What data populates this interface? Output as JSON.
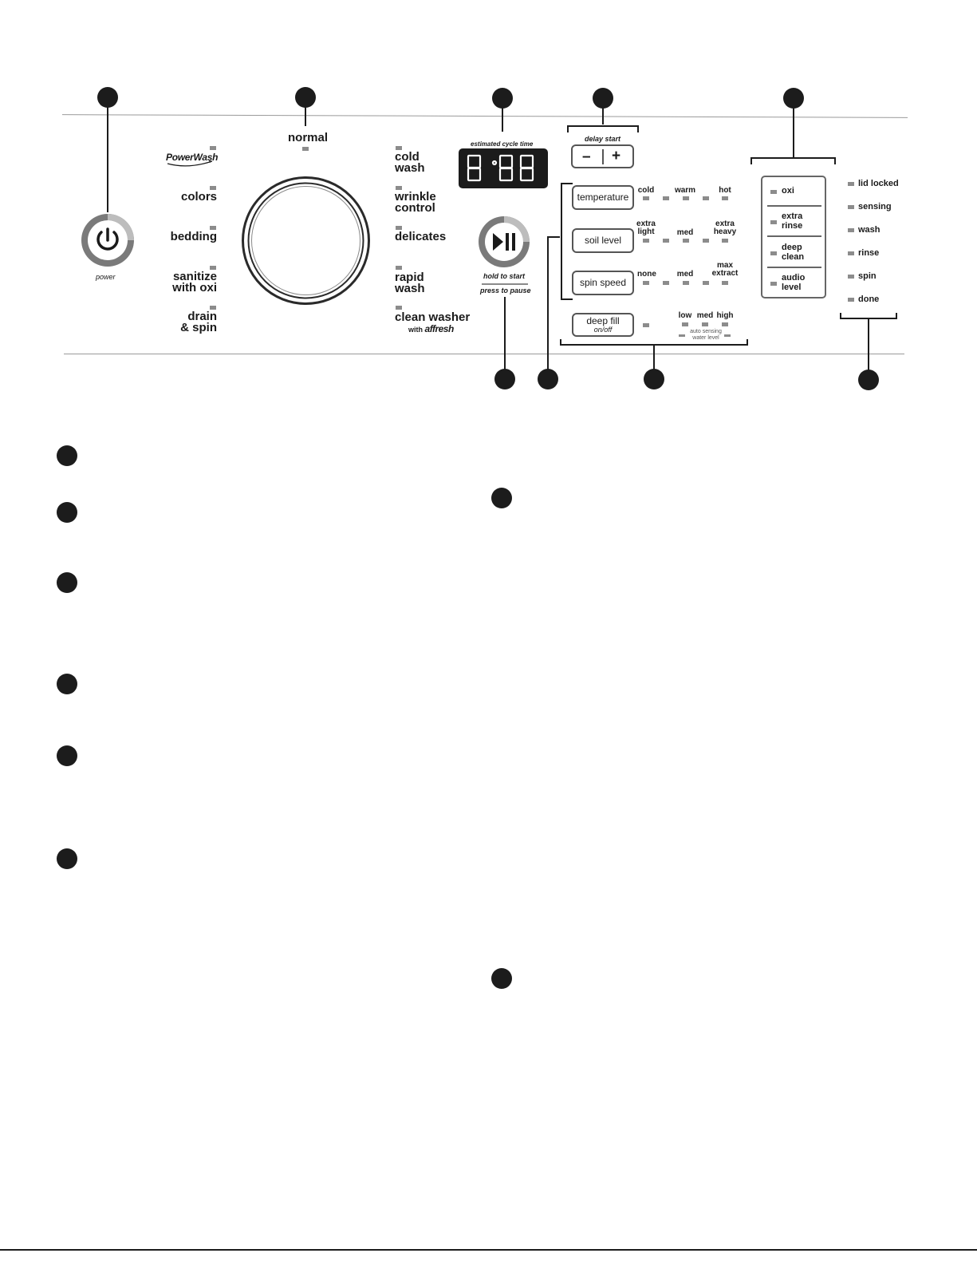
{
  "power": {
    "label": "power"
  },
  "cycles_left": [
    {
      "label": "PowerWash"
    },
    {
      "label": "colors"
    },
    {
      "label": "bedding"
    },
    {
      "label": "sanitize\nwith oxi"
    },
    {
      "label": "drain\n& spin"
    }
  ],
  "cycle_top": {
    "label": "normal"
  },
  "cycles_right": [
    {
      "label": "cold\nwash"
    },
    {
      "label": "wrinkle\ncontrol"
    },
    {
      "label": "delicates"
    },
    {
      "label": "rapid\nwash"
    },
    {
      "label": "clean washer"
    }
  ],
  "clean_washer_sub": {
    "with": "with",
    "brand": "affresh"
  },
  "display": {
    "title": "estimated cycle time"
  },
  "start": {
    "hold": "hold to start",
    "press": "press to pause"
  },
  "delay": {
    "title": "delay start",
    "minus": "–",
    "plus": "+"
  },
  "temperature": {
    "label": "temperature",
    "options": [
      "cold",
      "warm",
      "hot"
    ]
  },
  "soil": {
    "label": "soil level",
    "options": [
      "extra\nlight",
      "med",
      "extra\nheavy"
    ]
  },
  "spin": {
    "label": "spin speed",
    "options": [
      "none",
      "med",
      "max\nextract"
    ]
  },
  "deepfill": {
    "label": "deep fill",
    "sub": "on/off",
    "options": [
      "low",
      "med",
      "high"
    ],
    "auto": "auto sensing\nwater level"
  },
  "modifiers": [
    {
      "label": "oxi"
    },
    {
      "label": "extra\nrinse"
    },
    {
      "label": "deep\nclean"
    },
    {
      "label": "audio\nlevel"
    }
  ],
  "status": [
    {
      "label": "lid locked"
    },
    {
      "label": "sensing"
    },
    {
      "label": "wash"
    },
    {
      "label": "rinse"
    },
    {
      "label": "spin"
    },
    {
      "label": "done"
    }
  ]
}
